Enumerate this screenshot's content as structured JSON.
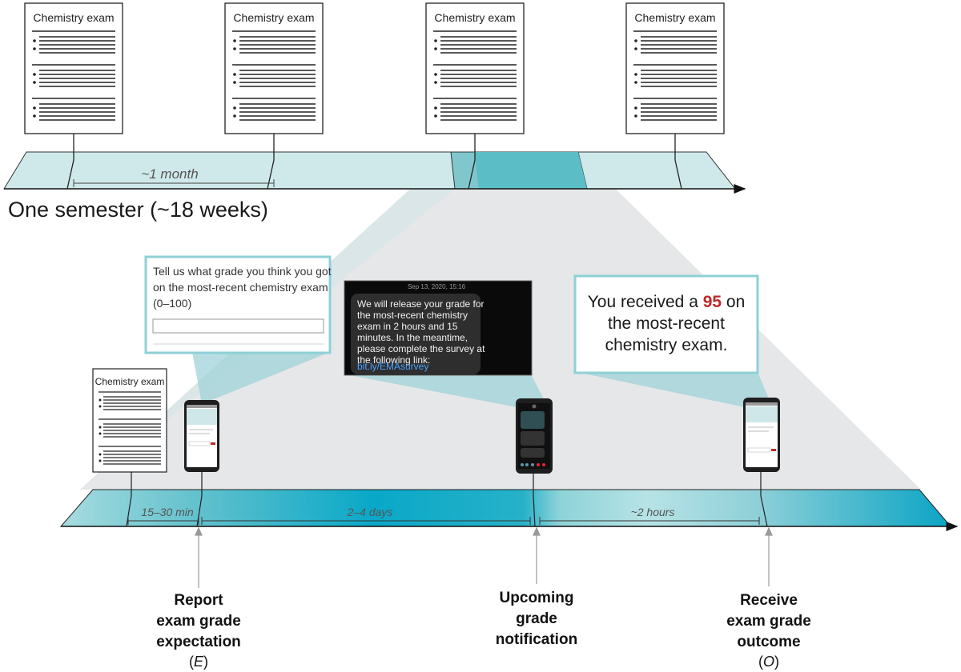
{
  "top_timeline": {
    "exam_doc_title": "Chemistry exam",
    "interval_label": "~1 month",
    "semester_label": "One semester (~18 weeks)"
  },
  "survey_popup": {
    "question_line1": "Tell us what grade you think you got",
    "question_line2": "on the most-recent chemistry exam",
    "question_line3": "(0–100)"
  },
  "sms_popup": {
    "timestamp": "Sep 13, 2020, 15:16",
    "lines": [
      "We will release your grade for",
      "the most-recent chemistry",
      "exam in 2 hours and 15",
      "minutes. In the meantime,",
      "please complete the survey at",
      "the following link:"
    ],
    "link": "bit.ly/EMAsurvey"
  },
  "result_popup": {
    "prefix": "You received a ",
    "score": "95",
    "suffix": " on",
    "line2": "the most-recent",
    "line3": "chemistry exam."
  },
  "bottom_timeline": {
    "exam_doc_title": "Chemistry exam",
    "interval_1": "15–30 min",
    "interval_2": "2–4 days",
    "interval_3": "~2 hours"
  },
  "events": {
    "report": {
      "line1": "Report",
      "line2": "exam grade",
      "line3": "expectation",
      "symbol": "E"
    },
    "notify": {
      "line1": "Upcoming",
      "line2": "grade",
      "line3": "notification"
    },
    "receive": {
      "line1": "Receive",
      "line2": "exam grade",
      "line3": "outcome",
      "symbol": "O"
    }
  },
  "colors": {
    "band_light": "#cfe9ea",
    "band_mid": "#7fc7cd",
    "band_dark": "#0aa4c4",
    "zoom_gray": "#e3e5e6",
    "score_red": "#c0282a"
  }
}
